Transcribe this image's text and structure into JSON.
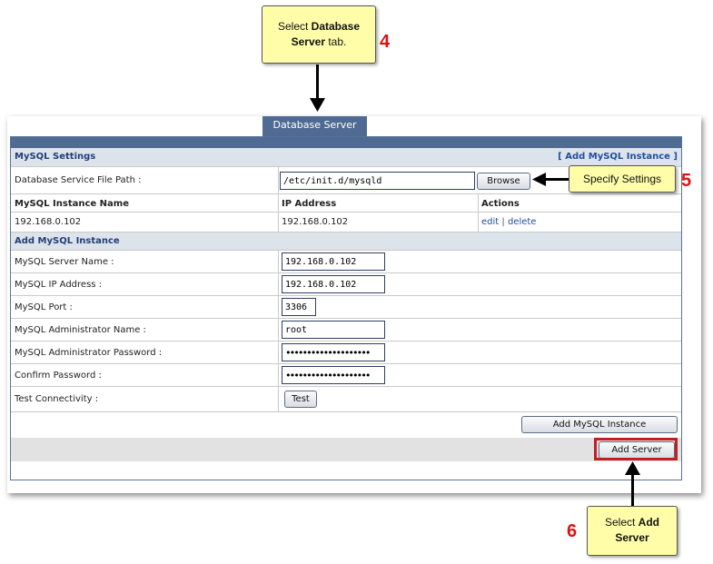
{
  "callouts": {
    "c4": {
      "pre": "Select ",
      "bold": "Database Server",
      "post": " tab.",
      "step": "4"
    },
    "c5": {
      "text": "Specify Settings",
      "step": "5"
    },
    "c6": {
      "pre": "Select ",
      "bold": "Add Server",
      "step": "6"
    }
  },
  "tab": {
    "label": "Database Server"
  },
  "mysql_settings": {
    "title": "MySQL Settings",
    "add_instance_link": "[ Add MySQL Instance ]",
    "file_path_label": "Database Service File Path :",
    "file_path_value": "/etc/init.d/mysqld",
    "browse_label": "Browse"
  },
  "instances_table": {
    "columns": [
      "MySQL Instance Name",
      "IP Address",
      "Actions"
    ],
    "rows": [
      {
        "name": "192.168.0.102",
        "ip": "192.168.0.102",
        "edit": "edit",
        "sep": "|",
        "delete": "delete"
      }
    ]
  },
  "add_instance": {
    "title": "Add MySQL Instance",
    "fields": {
      "server_name": {
        "label": "MySQL Server Name :",
        "value": "192.168.0.102"
      },
      "ip_address": {
        "label": "MySQL IP Address :",
        "value": "192.168.0.102"
      },
      "port": {
        "label": "MySQL Port :",
        "value": "3306"
      },
      "admin_name": {
        "label": "MySQL Administrator Name :",
        "value": "root"
      },
      "admin_password": {
        "label": "MySQL Administrator Password :",
        "value": "••••••••••••••••••••"
      },
      "confirm_password": {
        "label": "Confirm Password :",
        "value": "••••••••••••••••••••"
      },
      "test": {
        "label": "Test Connectivity :",
        "button": "Test"
      }
    },
    "add_button": "Add MySQL Instance"
  },
  "footer": {
    "add_server_button": "Add Server"
  }
}
